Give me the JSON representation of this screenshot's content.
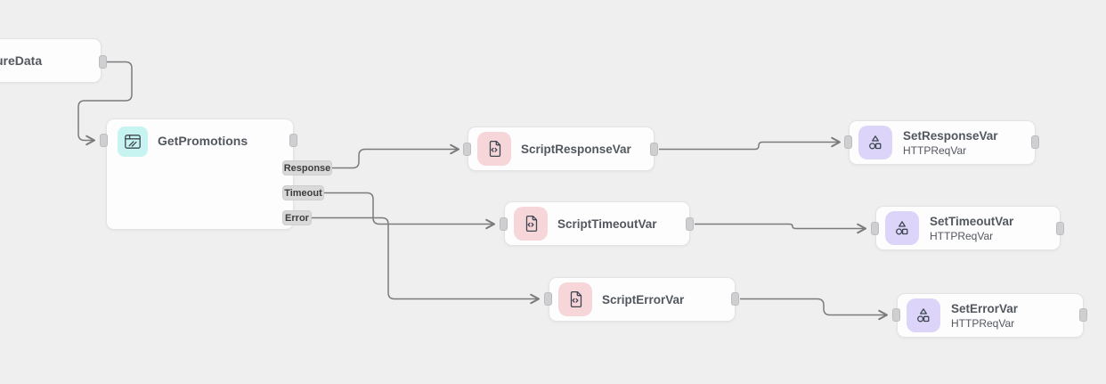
{
  "canvas": {
    "background_color": "#efefef",
    "connector_color": "#7b7b7b",
    "port_color": "#cfcfd1",
    "branch_label_bg": "#d9d9d9",
    "node_bg": "#fdfdfe",
    "node_border": "#e3e3e5",
    "title_color": "#53575e"
  },
  "icon_colors": {
    "http_request_bg": "#c7f4f0",
    "script_bg": "#f7d6da",
    "set_variable_bg": "#dcd5f9"
  },
  "nodes": [
    {
      "id": "uredata",
      "title": "ureData",
      "note": "partially visible at left edge"
    },
    {
      "id": "get-promotions",
      "title": "GetPromotions",
      "icon": "browser-window-icon",
      "branches": [
        "Response",
        "Timeout",
        "Error"
      ]
    },
    {
      "id": "script-response-var",
      "title": "ScriptResponseVar",
      "icon": "code-file-icon"
    },
    {
      "id": "set-response-var",
      "title": "SetResponseVar",
      "subtitle": "HTTPReqVar",
      "icon": "shapes-variable-icon"
    },
    {
      "id": "script-timeout-var",
      "title": "ScriptTimeoutVar",
      "icon": "code-file-icon"
    },
    {
      "id": "set-timeout-var",
      "title": "SetTimeoutVar",
      "subtitle": "HTTPReqVar",
      "icon": "shapes-variable-icon"
    },
    {
      "id": "script-error-var",
      "title": "ScriptErrorVar",
      "icon": "code-file-icon"
    },
    {
      "id": "set-error-var",
      "title": "SetErrorVar",
      "subtitle": "HTTPReqVar",
      "icon": "shapes-variable-icon"
    }
  ],
  "connections": [
    {
      "from": "uredata",
      "to": "get-promotions"
    },
    {
      "from": "get-promotions",
      "branch": "Response",
      "to": "script-response-var"
    },
    {
      "from": "get-promotions",
      "branch": "Timeout",
      "to": "script-timeout-var"
    },
    {
      "from": "get-promotions",
      "branch": "Error",
      "to": "script-error-var"
    },
    {
      "from": "script-response-var",
      "to": "set-response-var"
    },
    {
      "from": "script-timeout-var",
      "to": "set-timeout-var"
    },
    {
      "from": "script-error-var",
      "to": "set-error-var"
    }
  ]
}
